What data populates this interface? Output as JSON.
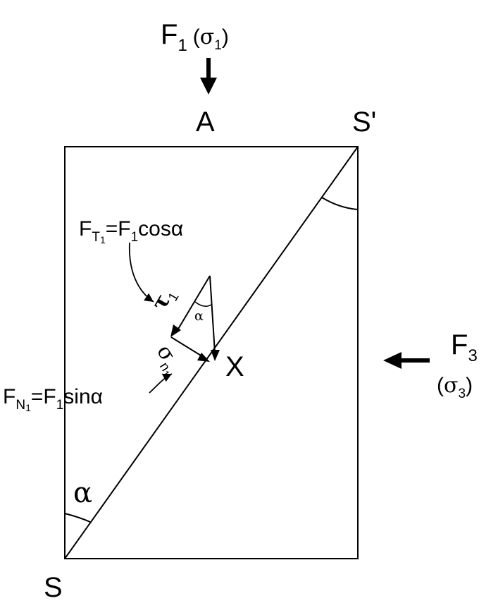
{
  "force1": {
    "letter": "F",
    "sub": "1",
    "open": "(",
    "sigma": "σ",
    "sigma_sub": "1",
    "close": ")"
  },
  "force3": {
    "letter": "F",
    "sub": "3",
    "open": "(",
    "sigma": "σ",
    "sigma_sub": "3",
    "close": ")"
  },
  "points": {
    "A": "A",
    "S_prime": "S'",
    "S": "S",
    "X": "X"
  },
  "angle_label": "α",
  "tangential_eq": {
    "F": "F",
    "T": "T",
    "one": "1",
    "eq": "=F",
    "one2": "1",
    "cos": "cosα"
  },
  "normal_eq": {
    "F": "F",
    "N": "N",
    "one": "1",
    "eq": "=F",
    "one2": "1",
    "sin": "sinα"
  },
  "tau": {
    "symbol": "τ",
    "sub": "1"
  },
  "sigma_n": {
    "symbol": "σ",
    "sub": "n",
    "subsub": "1"
  },
  "small_alpha": "α",
  "colors": {
    "ink": "#000000",
    "background": "#ffffff"
  }
}
